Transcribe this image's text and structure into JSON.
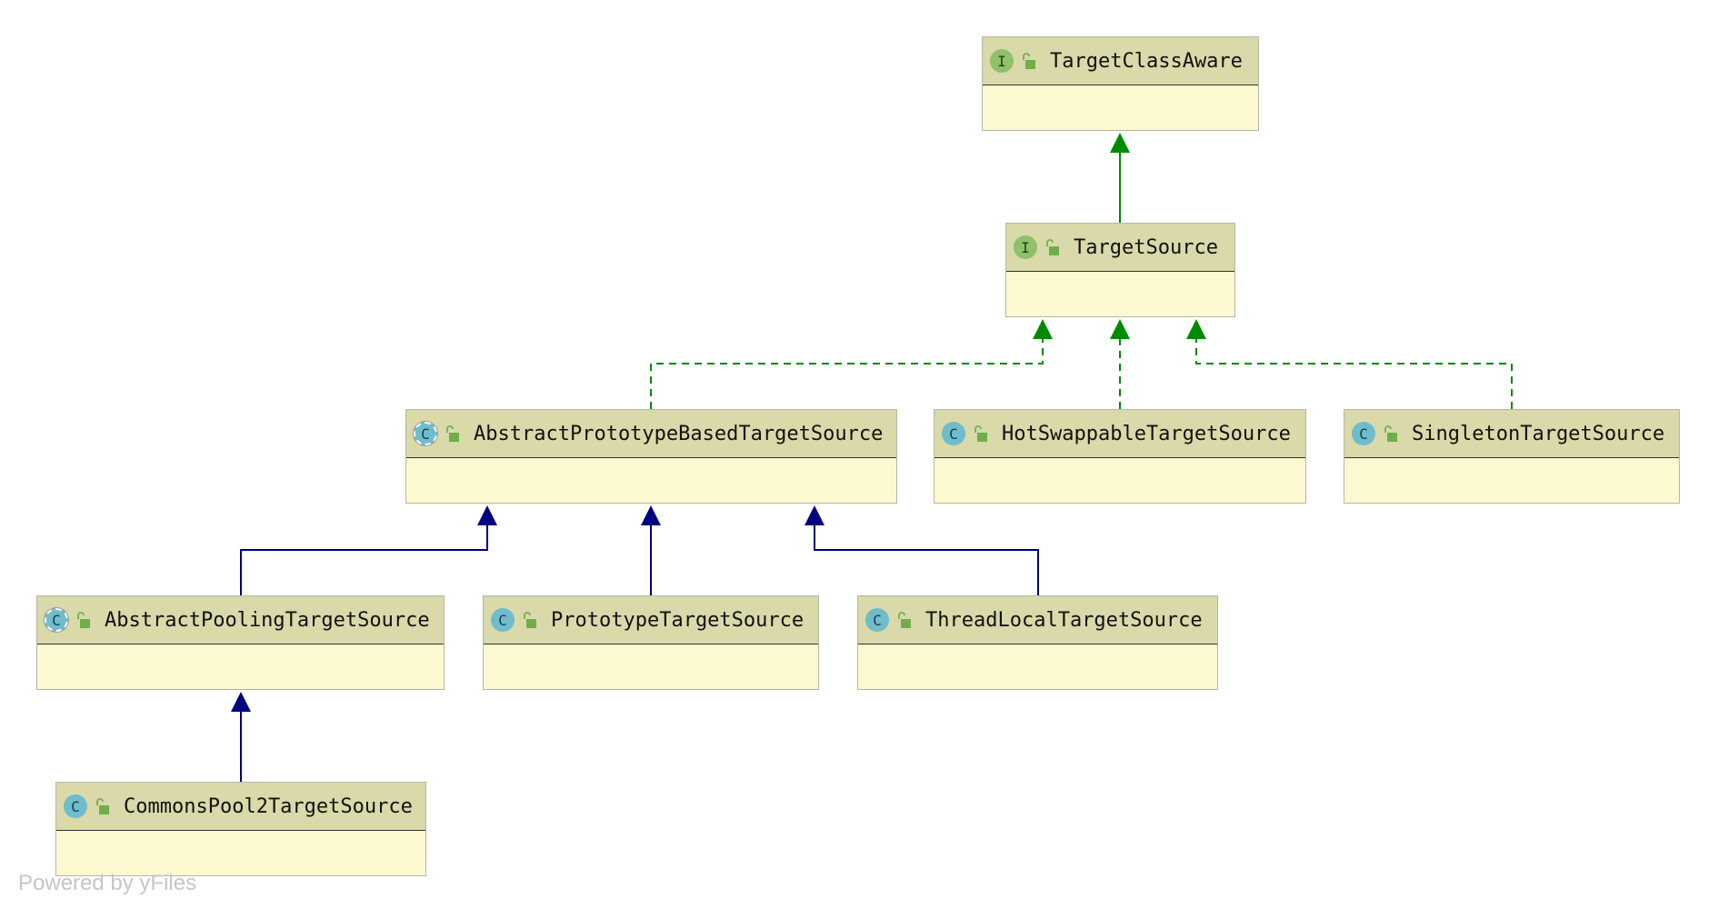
{
  "nodes": [
    {
      "id": "TargetClassAware",
      "name": "TargetClassAware",
      "kind": "interface",
      "badge": "I"
    },
    {
      "id": "TargetSource",
      "name": "TargetSource",
      "kind": "interface",
      "badge": "I"
    },
    {
      "id": "AbstractPrototypeBasedTargetSource",
      "name": "AbstractPrototypeBasedTargetSource",
      "kind": "abstract",
      "badge": "C"
    },
    {
      "id": "HotSwappableTargetSource",
      "name": "HotSwappableTargetSource",
      "kind": "class",
      "badge": "C"
    },
    {
      "id": "SingletonTargetSource",
      "name": "SingletonTargetSource",
      "kind": "class",
      "badge": "C"
    },
    {
      "id": "AbstractPoolingTargetSource",
      "name": "AbstractPoolingTargetSource",
      "kind": "abstract",
      "badge": "C"
    },
    {
      "id": "PrototypeTargetSource",
      "name": "PrototypeTargetSource",
      "kind": "class",
      "badge": "C"
    },
    {
      "id": "ThreadLocalTargetSource",
      "name": "ThreadLocalTargetSource",
      "kind": "class",
      "badge": "C"
    },
    {
      "id": "CommonsPool2TargetSource",
      "name": "CommonsPool2TargetSource",
      "kind": "class",
      "badge": "C"
    }
  ],
  "edges": [
    {
      "from": "TargetSource",
      "to": "TargetClassAware",
      "type": "extends-interface"
    },
    {
      "from": "AbstractPrototypeBasedTargetSource",
      "to": "TargetSource",
      "type": "implements"
    },
    {
      "from": "HotSwappableTargetSource",
      "to": "TargetSource",
      "type": "implements"
    },
    {
      "from": "SingletonTargetSource",
      "to": "TargetSource",
      "type": "implements"
    },
    {
      "from": "AbstractPoolingTargetSource",
      "to": "AbstractPrototypeBasedTargetSource",
      "type": "extends"
    },
    {
      "from": "PrototypeTargetSource",
      "to": "AbstractPrototypeBasedTargetSource",
      "type": "extends"
    },
    {
      "from": "ThreadLocalTargetSource",
      "to": "AbstractPrototypeBasedTargetSource",
      "type": "extends"
    },
    {
      "from": "CommonsPool2TargetSource",
      "to": "AbstractPoolingTargetSource",
      "type": "extends"
    }
  ],
  "colors": {
    "implements": "#008a00",
    "extends": "#000080",
    "header": "#d9d9a9",
    "body": "#fcf9d0"
  },
  "footer": "Powered by yFiles"
}
